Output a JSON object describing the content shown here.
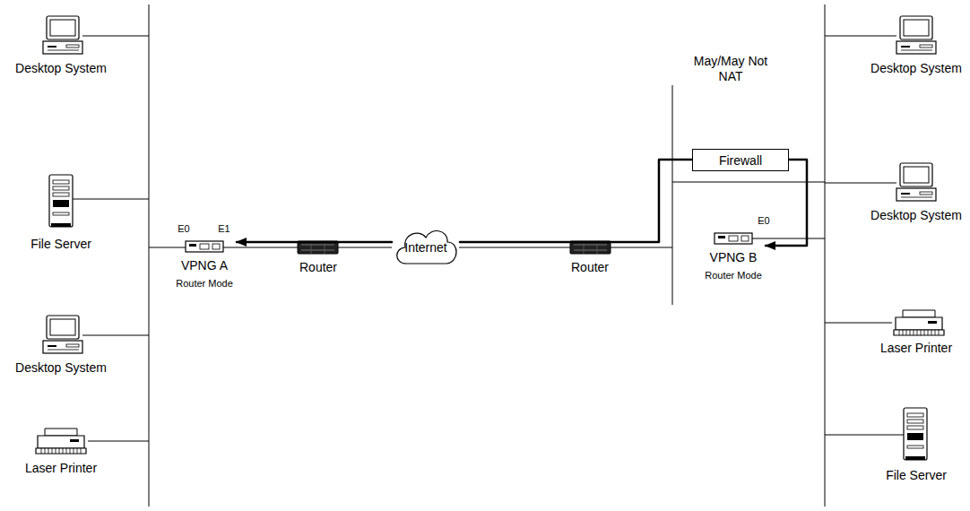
{
  "diagram": {
    "nodes": [
      {
        "text": [
          "Firewall"
        ]
      },
      {
        "text": [
          "Internet"
        ]
      },
      {
        "text": [
          "VPNG A",
          "Router Mode"
        ]
      },
      {
        "text": [
          "VPNG B",
          "Router Mode"
        ]
      }
    ],
    "edges": [
      {
        "from": 0,
        "to": 3,
        "arrow": "to"
      },
      {
        "from": 0,
        "to": 1,
        "arrow": "none"
      },
      {
        "from": 1,
        "to": 2,
        "arrow": "to"
      }
    ],
    "labels": [
      "Desktop System",
      "File Server",
      "Desktop System",
      "Laser Printer",
      "E0",
      "E1",
      "Router",
      "Router",
      "May/May Not NAT",
      "Desktop System",
      "Desktop System",
      "E0",
      "Laser Printer",
      "File Server"
    ]
  }
}
